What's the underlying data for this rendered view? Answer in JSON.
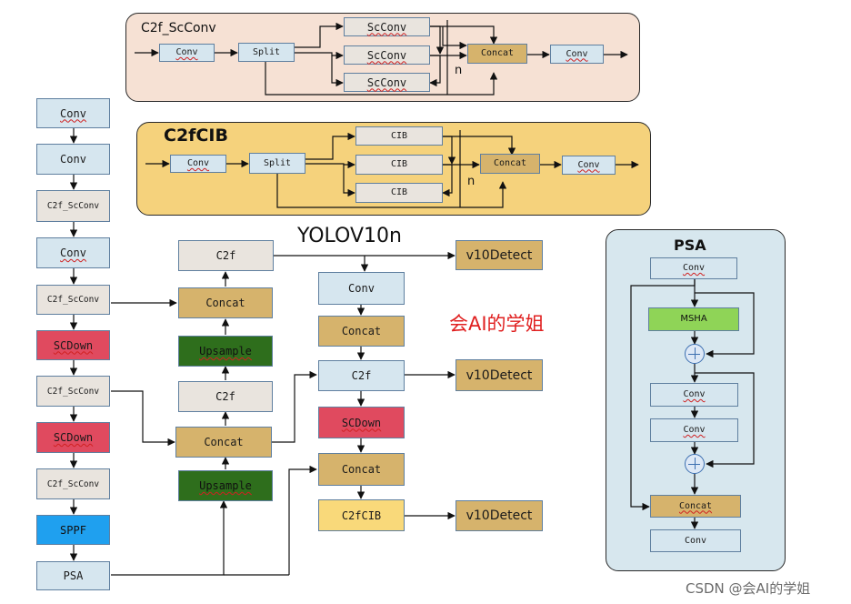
{
  "c2f_scconv": {
    "title": "C2f_ScConv",
    "conv_in": "Conv",
    "split": "Split",
    "scconv_1": "ScConv",
    "scconv_2": "ScConv",
    "scconv_3": "ScConv",
    "concat": "Concat",
    "conv_out": "Conv",
    "n": "n"
  },
  "c2fcib": {
    "title": "C2fCIB",
    "conv_in": "Conv",
    "split": "Split",
    "cib_1": "CIB",
    "cib_2": "CIB",
    "cib_3": "CIB",
    "concat": "Concat",
    "conv_out": "Conv",
    "n": "n"
  },
  "backbone": [
    "Conv",
    "Conv",
    "C2f_ScConv",
    "Conv",
    "C2f_ScConv",
    "SCDown",
    "C2f_ScConv",
    "SCDown",
    "C2f_ScConv",
    "SPPF",
    "PSA"
  ],
  "neck": [
    "C2f",
    "Concat",
    "Upsample",
    "C2f",
    "Concat",
    "Upsample"
  ],
  "head": [
    "Conv",
    "Concat",
    "C2f",
    "SCDown",
    "Concat",
    "C2fCIB"
  ],
  "detect": [
    "v10Detect",
    "v10Detect",
    "v10Detect"
  ],
  "model_title": "YOLOV10n",
  "watermark_red": "会AI的学姐",
  "psa": {
    "title": "PSA",
    "conv_1": "Conv",
    "msha": "MSHA",
    "conv_2": "Conv",
    "conv_3": "Conv",
    "concat": "Concat",
    "conv_4": "Conv"
  },
  "footer": "CSDN @会AI的学姐",
  "colors": {
    "conv": "#d6e6ef",
    "c2f": "#e9e4de",
    "concat": "#d6b36c",
    "scdown": "#e04a5f",
    "upsample": "#2e6e1c",
    "sppf": "#1fa0ef",
    "c2fcib": "#f9d97a",
    "msha": "#8fd457",
    "watermark": "#e02020"
  }
}
